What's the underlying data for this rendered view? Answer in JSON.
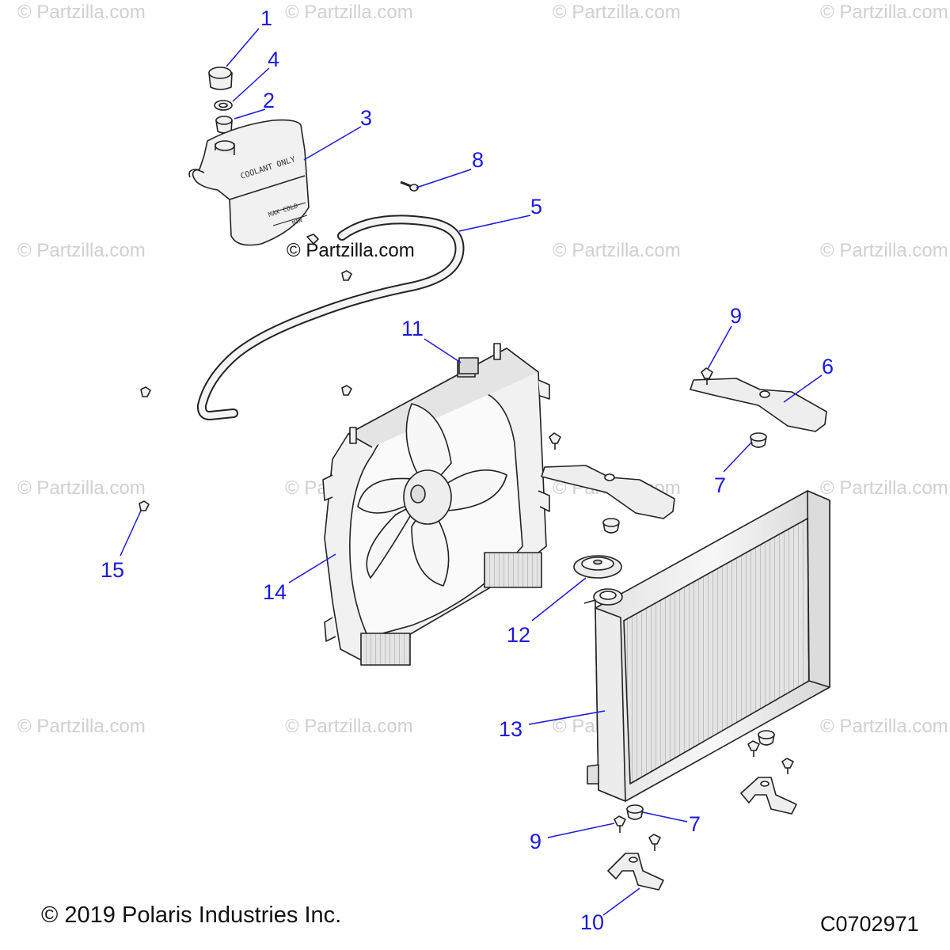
{
  "watermark_text": "© Partzilla.com",
  "center_logo": "© Partzilla.com",
  "copyright": "© 2019 Polaris Industries Inc.",
  "diagram_code": "C0702971",
  "callouts": {
    "c1": "1",
    "c4": "4",
    "c2": "2",
    "c3": "3",
    "c8": "8",
    "c5": "5",
    "c9a": "9",
    "c6": "6",
    "c11": "11",
    "c7a": "7",
    "c15": "15",
    "c14": "14",
    "c12": "12",
    "c13": "13",
    "c7b": "7",
    "c9b": "9",
    "c10": "10"
  },
  "reservoir_labels": {
    "coolant_only": "COOLANT ONLY",
    "max_cold": "MAX COLD",
    "min": "MIN"
  },
  "colors": {
    "callout": "#1a1adf",
    "line_art": "#222222",
    "watermark": "#d0d0d0"
  }
}
